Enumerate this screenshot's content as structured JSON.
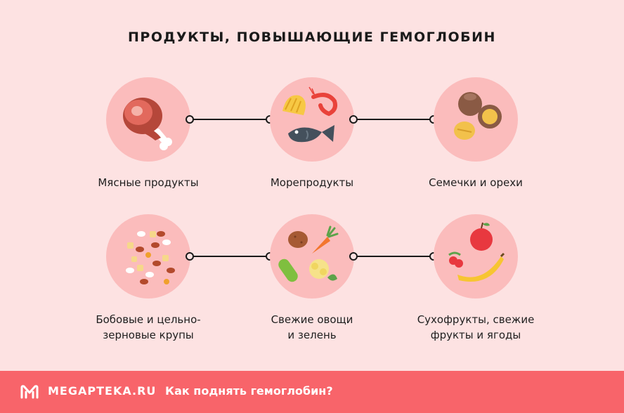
{
  "title": "ПРОДУКТЫ, ПОВЫШАЮЩИЕ ГЕМОГЛОБИН",
  "items": [
    {
      "label_lines": [
        "Мясные продукты"
      ],
      "icon": "meat-icon"
    },
    {
      "label_lines": [
        "Морепродукты"
      ],
      "icon": "seafood-icon"
    },
    {
      "label_lines": [
        "Семечки и орехи"
      ],
      "icon": "nuts-icon"
    },
    {
      "label_lines": [
        "Бобовые и цельно-",
        "зерновые крупы"
      ],
      "icon": "beans-icon"
    },
    {
      "label_lines": [
        "Свежие овощи",
        "и зелень"
      ],
      "icon": "vegetables-icon"
    },
    {
      "label_lines": [
        "Сухофрукты, свежие",
        "фрукты и ягоды"
      ],
      "icon": "fruits-icon"
    }
  ],
  "footer": {
    "brand": "MEGAPTEKA.RU",
    "link": "Как поднять гемоглобин?"
  },
  "colors": {
    "background": "#fde2e2",
    "circle": "#fbbcbc",
    "footer": "#f8646a"
  }
}
